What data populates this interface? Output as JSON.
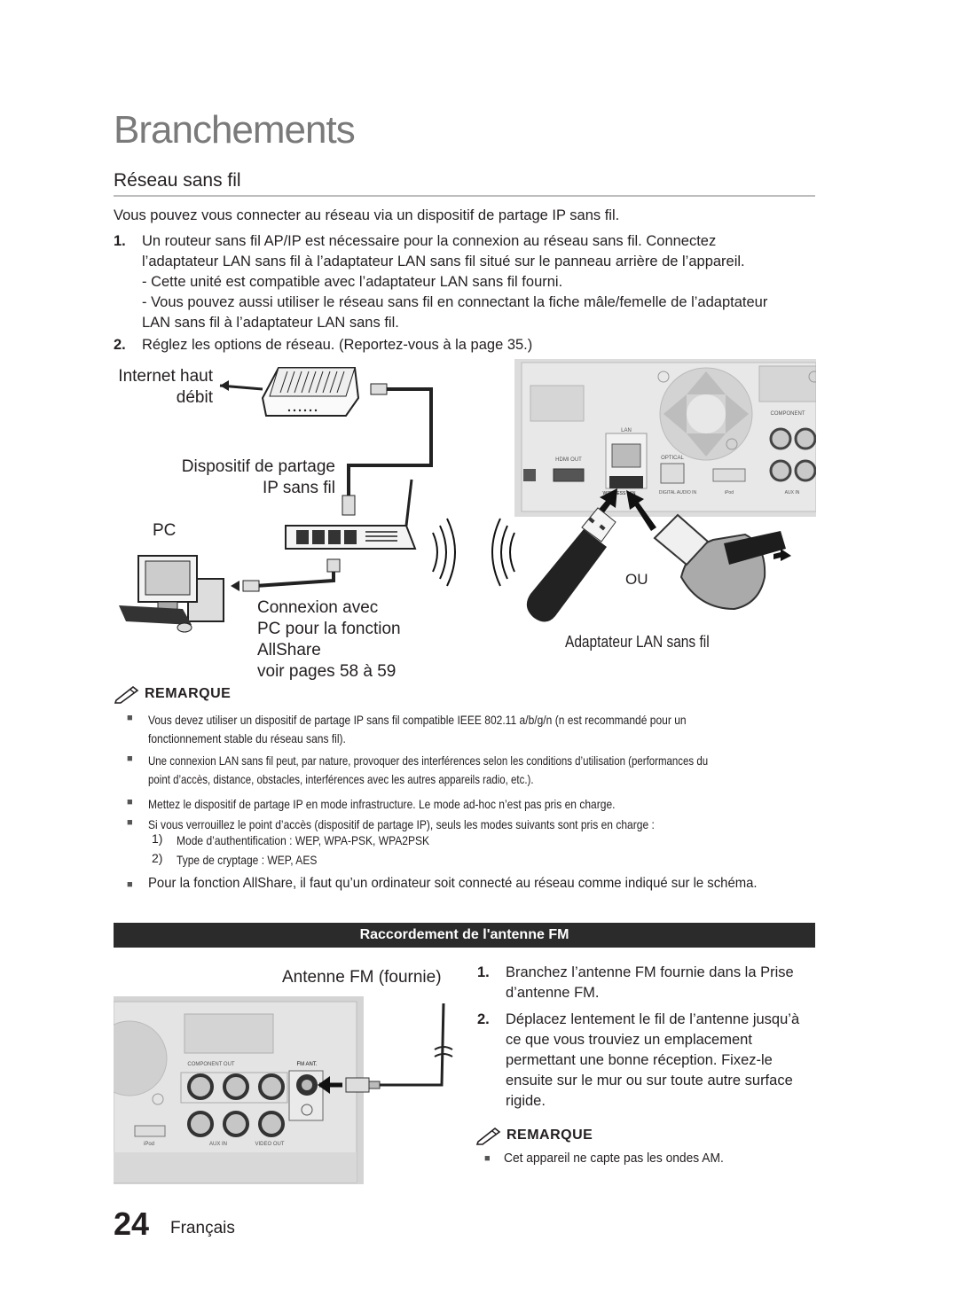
{
  "chapter_title": "Branchements",
  "section_title": "Réseau sans fil",
  "intro": "Vous pouvez vous connecter au réseau via un dispositif de partage IP sans fil.",
  "steps": [
    {
      "num": "1.",
      "lines": [
        "Un routeur sans fil AP/IP est nécessaire pour la connexion au réseau sans fil. Connectez",
        "l’adaptateur LAN sans fil à l’adaptateur LAN sans fil situé sur le panneau arrière de l’appareil.",
        "- Cette unité est compatible avec l’adaptateur LAN sans fil fourni.",
        "- Vous pouvez aussi utiliser le réseau sans fil en connectant la fiche mâle/femelle de l’adaptateur",
        "LAN sans fil à l’adaptateur LAN sans fil."
      ]
    },
    {
      "num": "2.",
      "lines": [
        "Réglez les options de réseau. (Reportez-vous à la page 35.)"
      ]
    }
  ],
  "diagram": {
    "internet_line1": "Internet haut",
    "internet_line2": "débit",
    "sharer_line1": "Dispositif de partage",
    "sharer_line2": "IP sans fil",
    "pc": "PC",
    "connexion_line1": "Connexion avec",
    "connexion_line2": "PC pour la fonction",
    "connexion_line3": "AllShare",
    "connexion_pages": "voir pages 58 à 59",
    "ou": "OU",
    "adapter": "Adaptateur LAN sans fil",
    "panel_labels": {
      "lan": "LAN",
      "hdmi_out": "HDMI OUT",
      "optical": "OPTICAL",
      "wireless": "WIRELESS LAN",
      "digital_audio_in": "DIGITAL AUDIO IN",
      "ipod": "iPod",
      "aux_in": "AUX IN",
      "component": "COMPONENT"
    }
  },
  "remarque_title": "REMARQUE",
  "notes": [
    {
      "lines": [
        "Vous devez utiliser un dispositif de partage IP sans fil compatible IEEE 802.11 a/b/g/n (n est recommandé pour un",
        "fonctionnement stable du réseau sans fil)."
      ]
    },
    {
      "lines": [
        "Une connexion LAN sans fil peut, par nature, provoquer des interférences selon les conditions d’utilisation (performances du",
        "point d’accès, distance, obstacles, interférences avec les autres appareils radio, etc.)."
      ]
    },
    {
      "lines": [
        "Mettez le dispositif de partage IP en mode infrastructure. Le mode ad-hoc n’est pas pris en charge."
      ]
    },
    {
      "lines": [
        "Si vous verrouillez le point d’accès (dispositif de partage IP), seuls les modes suivants sont pris en charge :"
      ]
    }
  ],
  "sub_notes": [
    {
      "num": "1)",
      "text": "Mode d’authentification : WEP, WPA-PSK, WPA2PSK"
    },
    {
      "num": "2)",
      "text": "Type de cryptage : WEP, AES"
    }
  ],
  "allshare_note": "Pour la fonction AllShare, il faut qu’un ordinateur soit connecté au réseau comme indiqué sur le schéma.",
  "fm_banner": "Raccordement de l'antenne FM",
  "fm_label": "Antenne FM (fournie)",
  "fm_panel_labels": {
    "component_out": "COMPONENT OUT",
    "fm_ant": "FM ANT.",
    "ipod": "iPod",
    "aux_in": "AUX IN",
    "video_out": "VIDEO OUT"
  },
  "fm_steps": [
    {
      "num": "1.",
      "lines": [
        "Branchez l’antenne FM fournie dans la Prise",
        "d’antenne FM."
      ]
    },
    {
      "num": "2.",
      "lines": [
        "Déplacez lentement le fil de l’antenne jusqu’à",
        "ce que vous trouviez un emplacement",
        "permettant une bonne réception. Fixez-le",
        "ensuite sur le mur ou sur toute autre surface",
        "rigide."
      ]
    }
  ],
  "fm_remarque_title": "REMARQUE",
  "fm_note": "Cet appareil ne capte pas les ondes AM.",
  "page_number": "24",
  "language": "Français"
}
